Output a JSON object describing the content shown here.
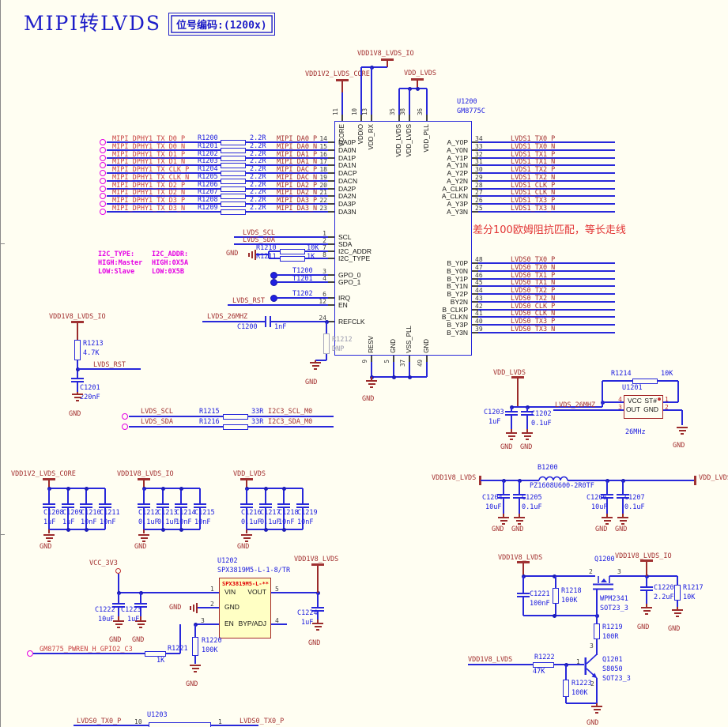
{
  "title": {
    "text": "MIPI转LVDS",
    "ref_code": "位号编码:(1200x)"
  },
  "annotation": "差分100欧姆阻抗匹配，等长走线",
  "colors": {
    "wire": "#2828da",
    "net": "#a33030",
    "designator": "#1a1adf",
    "magenta": "#e400e4",
    "annotation": "#e23333",
    "ldo_fill": "#ffffc4"
  },
  "u1200": {
    "ref": "U1200",
    "part": "GM8775C",
    "top_pins": [
      {
        "num": "11",
        "name": "VCORE"
      },
      {
        "num": "10",
        "name": "VDDIO"
      },
      {
        "num": "13",
        "name": "VDD_RX"
      },
      {
        "num": "35",
        "name": "VDD_LVDS"
      },
      {
        "num": "38",
        "name": "VDD_LVDS"
      },
      {
        "num": "36",
        "name": "VDD_PLL"
      }
    ],
    "bottom_pins": [
      {
        "num": "9",
        "name": "RESV"
      },
      {
        "num": "5",
        "name": "GND"
      },
      {
        "num": "37",
        "name": "VSS_PLL"
      },
      {
        "num": "49",
        "name": "GND"
      }
    ],
    "left_data_pins": [
      "DA0P",
      "DA0N",
      "DA1P",
      "DA1N",
      "DACP",
      "DACN",
      "DA2P",
      "DA2N",
      "DA3P",
      "DA3N"
    ],
    "left_ctrl_pins": [
      {
        "num": "1",
        "name": "SCL"
      },
      {
        "num": "2",
        "name": "SDA"
      },
      {
        "num": "7",
        "name": "I2C_ADDR"
      },
      {
        "num": "8",
        "name": "I2C_TYPE"
      },
      {
        "num": "3",
        "name": "GPO_0"
      },
      {
        "num": "4",
        "name": "GPO_1"
      },
      {
        "num": "6",
        "name": "IRQ"
      },
      {
        "num": "12",
        "name": "EN"
      },
      {
        "num": "24",
        "name": "REFCLK"
      }
    ],
    "right_a_pins": [
      "A_Y0P",
      "A_Y0N",
      "A_Y1P",
      "A_Y1N",
      "A_Y2P",
      "A_Y2N",
      "A_CLKP",
      "A_CLKN",
      "A_Y3P",
      "A_Y3N"
    ],
    "right_b_pins": [
      "B_Y0P",
      "B_Y0N",
      "B_Y1P",
      "B_Y1N",
      "B_Y2P",
      "BY2N",
      "B_CLKP",
      "B_CLKN",
      "B_Y3P",
      "B_Y3N"
    ]
  },
  "mipi_rows": [
    {
      "net": "MIPI_DPHY1_TX_D0_P",
      "ref": "R1200",
      "val": "2.2R",
      "to": "MIPI_DA0_P",
      "pin": "14"
    },
    {
      "net": "MIPI_DPHY1_TX_D0_N",
      "ref": "R1201",
      "val": "2.2R",
      "to": "MIPI_DA0_N",
      "pin": "15"
    },
    {
      "net": "MIPI_DPHY1_TX_D1_P",
      "ref": "R1202",
      "val": "2.2R",
      "to": "MIPI_DA1_P",
      "pin": "16"
    },
    {
      "net": "MIPI_DPHY1_TX_D1_N",
      "ref": "R1203",
      "val": "2.2R",
      "to": "MIPI_DA1_N",
      "pin": "17"
    },
    {
      "net": "MIPI_DPHY1_TX_CLK_P",
      "ref": "R1204",
      "val": "2.2R",
      "to": "MIPI_DAC_P",
      "pin": "18"
    },
    {
      "net": "MIPI_DPHY1_TX_CLK_N",
      "ref": "R1205",
      "val": "2.2R",
      "to": "MIPI_DAC_N",
      "pin": "19"
    },
    {
      "net": "MIPI_DPHY1_TX_D2_P",
      "ref": "R1206",
      "val": "2.2R",
      "to": "MIPI_DA2_P",
      "pin": "20"
    },
    {
      "net": "MIPI_DPHY1_TX_D2_N",
      "ref": "R1207",
      "val": "2.2R",
      "to": "MIPI_DA2_N",
      "pin": "21"
    },
    {
      "net": "MIPI_DPHY1_TX_D3_P",
      "ref": "R1208",
      "val": "2.2R",
      "to": "MIPI_DA3_P",
      "pin": "22"
    },
    {
      "net": "MIPI_DPHY1_TX_D3_N",
      "ref": "R1209",
      "val": "2.2R",
      "to": "MIPI_DA3_N",
      "pin": "23"
    }
  ],
  "lvds1_rows": [
    {
      "pin": "34",
      "net": "LVDS1_TX0_P"
    },
    {
      "pin": "33",
      "net": "LVDS1_TX0_N"
    },
    {
      "pin": "32",
      "net": "LVDS1_TX1_P"
    },
    {
      "pin": "31",
      "net": "LVDS1_TX1_N"
    },
    {
      "pin": "30",
      "net": "LVDS1_TX2_P"
    },
    {
      "pin": "29",
      "net": "LVDS1_TX2_N"
    },
    {
      "pin": "28",
      "net": "LVDS1_CLK_P"
    },
    {
      "pin": "27",
      "net": "LVDS1_CLK_N"
    },
    {
      "pin": "26",
      "net": "LVDS1_TX3_P"
    },
    {
      "pin": "25",
      "net": "LVDS1_TX3_N"
    }
  ],
  "lvds0_rows": [
    {
      "pin": "48",
      "net": "LVDS0_TX0_P"
    },
    {
      "pin": "47",
      "net": "LVDS0_TX0_N"
    },
    {
      "pin": "46",
      "net": "LVDS0_TX1_P"
    },
    {
      "pin": "45",
      "net": "LVDS0_TX1_N"
    },
    {
      "pin": "44",
      "net": "LVDS0_TX2_P"
    },
    {
      "pin": "43",
      "net": "LVDS0_TX2_N"
    },
    {
      "pin": "42",
      "net": "LVDS0_CLK_P"
    },
    {
      "pin": "41",
      "net": "LVDS0_CLK_N"
    },
    {
      "pin": "40",
      "net": "LVDS0_TX3_P"
    },
    {
      "pin": "39",
      "net": "LVDS0_TX3_N"
    }
  ],
  "i2c_note": {
    "col1": [
      "I2C_TYPE:",
      "HIGH:Master",
      "LOW:Slave"
    ],
    "col2": [
      "I2C_ADDR:",
      "HIGH:0X5A",
      "LOW:0X5B"
    ]
  },
  "i2c_series": [
    {
      "net_l": "LVDS_SCL",
      "ref": "R1215",
      "val": "33R",
      "net_r": "I2C3_SCL_M0"
    },
    {
      "net_l": "LVDS_SDA",
      "ref": "R1216",
      "val": "33R",
      "net_r": "I2C3_SDA_M0"
    }
  ],
  "nets": {
    "gnd": "GND",
    "vcc3v3": "VCC_3V3",
    "vdd_lvds": "VDD_LVDS",
    "vdd1v8_lvds": "VDD1V8_LVDS",
    "vdd1v8_lvds_io": "VDD1V8_LVDS_IO",
    "vdd1v2_lvds_core": "VDD1V2_LVDS_CORE",
    "lvds_scl": "LVDS_SCL",
    "lvds_sda": "LVDS_SDA",
    "lvds_rst": "LVDS_RST",
    "lvds_26mhz": "LVDS_26MHZ",
    "pwren": "GM8775_PWREN_H_GPIO2_C3"
  },
  "parts": {
    "r1210": {
      "ref": "R1210",
      "val": "10K"
    },
    "r1211": {
      "ref": "R1211",
      "val": "1K"
    },
    "r1212": {
      "ref": "R1212",
      "val": "DNP"
    },
    "r1213": {
      "ref": "R1213",
      "val": "4.7K"
    },
    "r1214": {
      "ref": "R1214",
      "val": "10K"
    },
    "r1217": {
      "ref": "R1217",
      "val": "10K"
    },
    "r1218": {
      "ref": "R1218",
      "val": "100K"
    },
    "r1219": {
      "ref": "R1219",
      "val": "100R"
    },
    "r1220": {
      "ref": "R1220",
      "val": "100K"
    },
    "r1221": {
      "ref": "R1221",
      "val": "1K"
    },
    "r1222": {
      "ref": "R1222",
      "val": "47K"
    },
    "r1223": {
      "ref": "R1223",
      "val": "100K"
    },
    "c1200": {
      "ref": "C1200",
      "val": "1nF"
    },
    "c1201": {
      "ref": "C1201",
      "val": "220nF"
    },
    "c1202": {
      "ref": "C1202",
      "val": "0.1uF"
    },
    "c1203": {
      "ref": "C1203",
      "val": "1uF"
    },
    "c1220": {
      "ref": "C1220",
      "val": "2.2uF"
    },
    "c1221": {
      "ref": "C1221",
      "val": "100nF"
    },
    "c1222": {
      "ref": "C1222",
      "val": "10uF"
    },
    "c1223": {
      "ref": "C1223",
      "val": "1uF"
    },
    "c1224": {
      "ref": "C1224",
      "val": "1uF"
    },
    "t1200": {
      "ref": "T1200"
    },
    "t1201": {
      "ref": "T1201"
    },
    "t1202": {
      "ref": "T1202"
    },
    "b1200": {
      "ref": "B1200",
      "part": "PZ1608U600-2R0TF"
    },
    "q1200": {
      "ref": "Q1200",
      "part": "WPM2341",
      "pkg": "SOT23_3"
    },
    "q1201": {
      "ref": "Q1201",
      "part": "S8050",
      "pkg": "SOT23_3"
    },
    "u1201": {
      "ref": "U1201",
      "freq": "26MHz"
    },
    "u1202": {
      "ref": "U1202",
      "part": "SPX3819M5-L-1-8/TR",
      "inner": "SPX3819M5-L-**"
    },
    "u1203": {
      "ref": "U1203",
      "left_pin": "10",
      "right_pin": "1",
      "net": "LVDS0_TX0_P"
    }
  },
  "osc_pins": {
    "names": [
      "VCC",
      "ST#",
      "OUT",
      "GND"
    ],
    "nums": [
      "4",
      "1",
      "3",
      "2"
    ]
  },
  "ldo_pins": {
    "vin": "VIN",
    "gnd": "GND",
    "en": "EN",
    "vout": "VOUT",
    "byp": "BYP/ADJ",
    "n_vin": "1",
    "n_gnd": "2",
    "n_en": "3",
    "n_byp": "4",
    "n_vout": "5"
  },
  "q_pins": {
    "q1200": [
      "2",
      "3"
    ],
    "q1201": [
      "1",
      "2",
      "3"
    ]
  },
  "cap_banks": [
    {
      "rail": "VDD1V2_LVDS_CORE",
      "caps": [
        [
          "C1208",
          "1uF"
        ],
        [
          "C1209",
          "1uF"
        ],
        [
          "C1210",
          "10nF"
        ],
        [
          "C1211",
          "10nF"
        ]
      ]
    },
    {
      "rail": "VDD1V8_LVDS_IO",
      "caps": [
        [
          "C1212",
          "0.1uF"
        ],
        [
          "C1213",
          "0.1uF"
        ],
        [
          "C1214",
          "10nF"
        ],
        [
          "C1215",
          "10nF"
        ]
      ]
    },
    {
      "rail": "VDD_LVDS",
      "caps": [
        [
          "C1216",
          "0.1uF"
        ],
        [
          "C1217",
          "0.1uF"
        ],
        [
          "C1218",
          "10nF"
        ],
        [
          "C1219",
          "10nF"
        ]
      ]
    }
  ],
  "bead": {
    "rail_in": "VDD1V8_LVDS",
    "rail_out": "VDD_LVDS",
    "caps": [
      [
        "C1204",
        "10uF"
      ],
      [
        "C1205",
        "0.1uF"
      ],
      [
        "C1206",
        "10uF"
      ],
      [
        "C1207",
        "0.1uF"
      ]
    ]
  }
}
